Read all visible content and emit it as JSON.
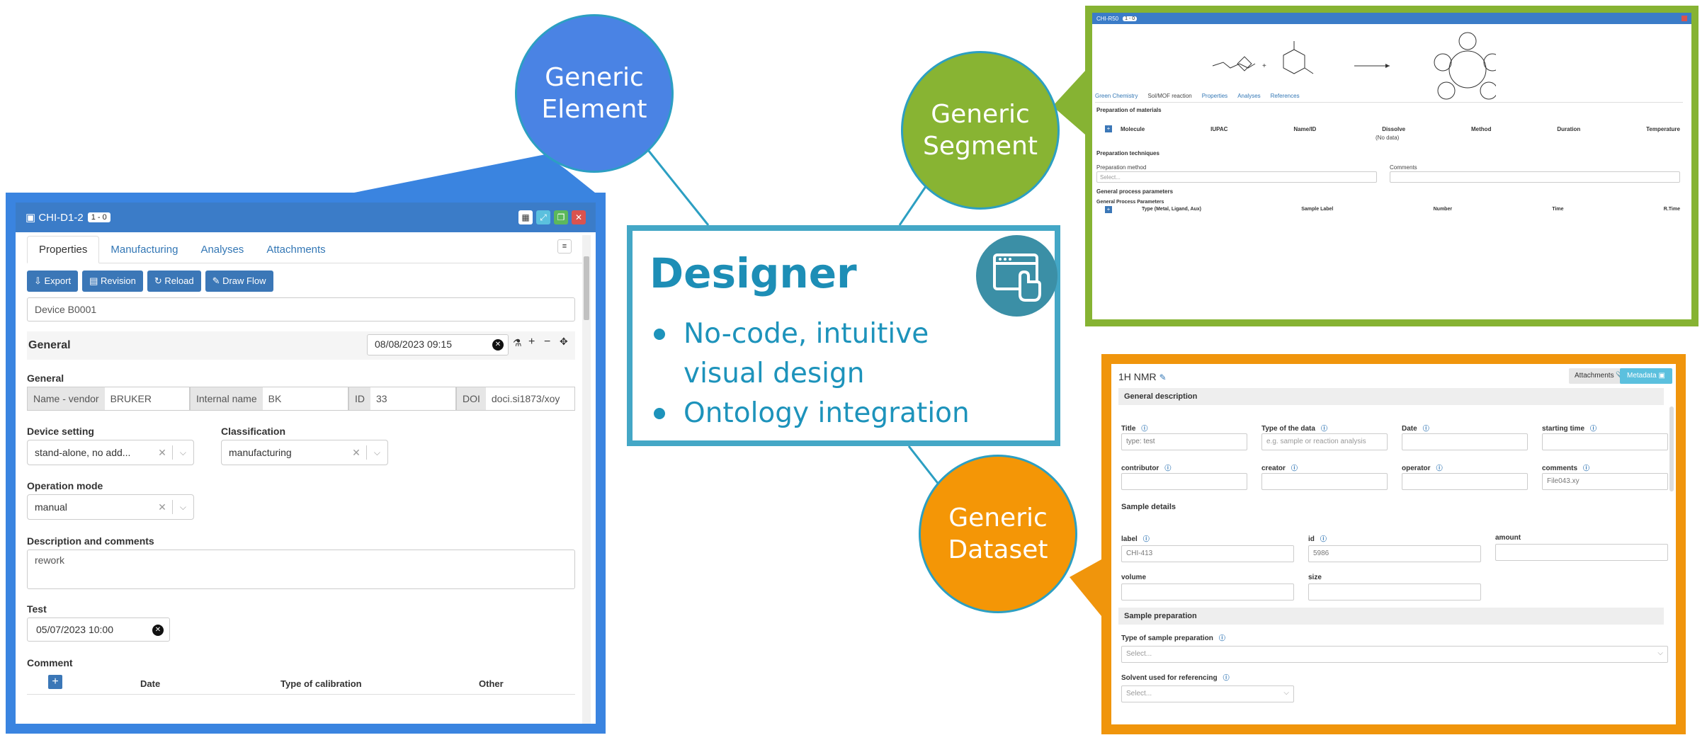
{
  "bubbles": {
    "element": "Generic\nElement",
    "segment": "Generic\nSegment",
    "dataset": "Generic\nDataset"
  },
  "designer": {
    "title": "Designer",
    "bullets": [
      "No-code, intuitive visual design",
      "Ontology integration"
    ]
  },
  "element_panel": {
    "title": "CHI-D1-2",
    "tag": "1 - 0",
    "tabs": [
      "Properties",
      "Manufacturing",
      "Analyses",
      "Attachments"
    ],
    "buttons": [
      "Export",
      "Revision",
      "Reload",
      "Draw Flow"
    ],
    "name_value": "Device B0001",
    "section_title": "General",
    "section_date": "08/08/2023 09:15",
    "general_label": "General",
    "fields": [
      {
        "label": "Name - vendor",
        "value": "BRUKER"
      },
      {
        "label": "Internal name",
        "value": "BK"
      },
      {
        "label": "ID",
        "value": "33"
      },
      {
        "label": "DOI",
        "value": "doci.si1873/xoy"
      }
    ],
    "device_setting_label": "Device setting",
    "device_setting_value": "stand-alone, no add...",
    "classification_label": "Classification",
    "classification_value": "manufacturing",
    "operation_mode_label": "Operation mode",
    "operation_mode_value": "manual",
    "description_label": "Description and comments",
    "description_value": "rework",
    "test_label": "Test",
    "test_value": "05/07/2023 10:00",
    "comment_label": "Comment",
    "comment_columns": [
      "Date",
      "Type of calibration",
      "Other"
    ]
  },
  "segment_panel": {
    "title": "CHI-R50",
    "tag": "1 - 0",
    "tabs": [
      "Green Chemistry",
      "Sol/MOF reaction",
      "Properties",
      "Analyses",
      "References"
    ],
    "prep_materials": "Preparation of materials",
    "columns": [
      "Molecule",
      "IUPAC",
      "Name/ID",
      "Dissolve",
      "Method",
      "Duration",
      "Temperature"
    ],
    "no_data": "(No data)",
    "prep_techniques": "Preparation techniques",
    "prep_method_label": "Preparation method",
    "comments_label": "Comments",
    "select_placeholder": "Select...",
    "gpp_title": "General process parameters",
    "gpp_sub": "General Process Parameters",
    "gpp_columns": [
      "Type (Metal, Ligand, Aux)",
      "Sample Label",
      "Number",
      "Time",
      "R.Time"
    ]
  },
  "dataset_panel": {
    "title": "1H NMR",
    "attachments": "Attachments",
    "metadata": "Metadata",
    "general_description": "General description",
    "row1": [
      {
        "label": "Title",
        "value": "type: test"
      },
      {
        "label": "Type of the data",
        "placeholder": "e.g. sample or reaction analysis"
      },
      {
        "label": "Date",
        "value": ""
      },
      {
        "label": "starting time",
        "value": ""
      }
    ],
    "row2": [
      {
        "label": "contributor",
        "value": ""
      },
      {
        "label": "creator",
        "value": ""
      },
      {
        "label": "operator",
        "value": ""
      },
      {
        "label": "comments",
        "value": "File043.xy"
      }
    ],
    "sample_details": "Sample details",
    "row3": [
      {
        "label": "label",
        "value": "CHI-413"
      },
      {
        "label": "id",
        "value": "5986"
      },
      {
        "label": "amount",
        "value": ""
      }
    ],
    "row4": [
      {
        "label": "volume",
        "value": ""
      },
      {
        "label": "size",
        "value": ""
      }
    ],
    "sample_preparation": "Sample preparation",
    "type_prep_label": "Type of sample preparation",
    "solvent_label": "Solvent used for referencing",
    "select_placeholder": "Select..."
  },
  "colors": {
    "element": "#4a83e4",
    "segment": "#88b433",
    "dataset": "#f49606",
    "designer": "#44a7c6"
  }
}
